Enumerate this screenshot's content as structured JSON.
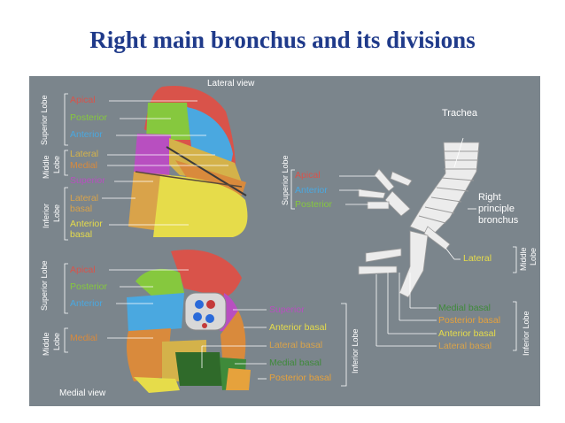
{
  "title": "Right main bronchus and its divisions",
  "views": {
    "lateral": "Lateral view",
    "medial": "Medial view"
  },
  "lateral_labels": {
    "apical": "Apical",
    "posterior": "Posterior",
    "anterior": "Anterior",
    "lateral": "Lateral",
    "medial": "Medial",
    "superior": "Superior",
    "lateral_basal_1": "Lateral",
    "lateral_basal_2": "basal",
    "anterior_basal_1": "Anterior",
    "anterior_basal_2": "basal"
  },
  "lateral_groups": {
    "superior": "Superior Lobe",
    "middle_1": "Middle",
    "middle_2": "Lobe",
    "inferior_1": "Inferior",
    "inferior_2": "Lobe"
  },
  "medial_labels": {
    "apical": "Apical",
    "posterior": "Posterior",
    "anterior": "Anterior",
    "medial": "Medial",
    "superior": "Superior",
    "anterior_basal": "Anterior basal",
    "lateral_basal": "Lateral basal",
    "medial_basal": "Medial basal",
    "posterior_basal": "Posterior basal"
  },
  "medial_groups": {
    "superior": "Superior Lobe",
    "middle_1": "Middle",
    "middle_2": "Lobe",
    "inferior": "Inferior Lobe"
  },
  "bronchus_labels": {
    "trachea": "Trachea",
    "right_1": "Right",
    "right_2": "principle",
    "right_3": "bronchus",
    "apical": "Apical",
    "anterior": "Anterior",
    "posterior": "Posterior",
    "lateral": "Lateral",
    "medial_basal": "Medial basal",
    "posterior_basal": "Posterior basal",
    "anterior_basal": "Anterior basal",
    "lateral_basal": "Lateral basal"
  },
  "bronchus_groups": {
    "superior": "Superior Lobe",
    "middle_1": "Middle",
    "middle_2": "Lobe",
    "inferior": "Inferior Lobe"
  },
  "colors": {
    "background": "#7b858c",
    "title": "#1f3a8a",
    "apical": "#d9534a",
    "posterior": "#86c83e",
    "anterior": "#4aa8e0",
    "lateral": "#d4b24a",
    "medial": "#d98a3c",
    "superior": "#b84fc0",
    "lateral_basal": "#d9a34a",
    "anterior_basal": "#e6dc4a",
    "medial_basal": "#3f8a3a",
    "posterior_basal": "#e6a23c"
  }
}
